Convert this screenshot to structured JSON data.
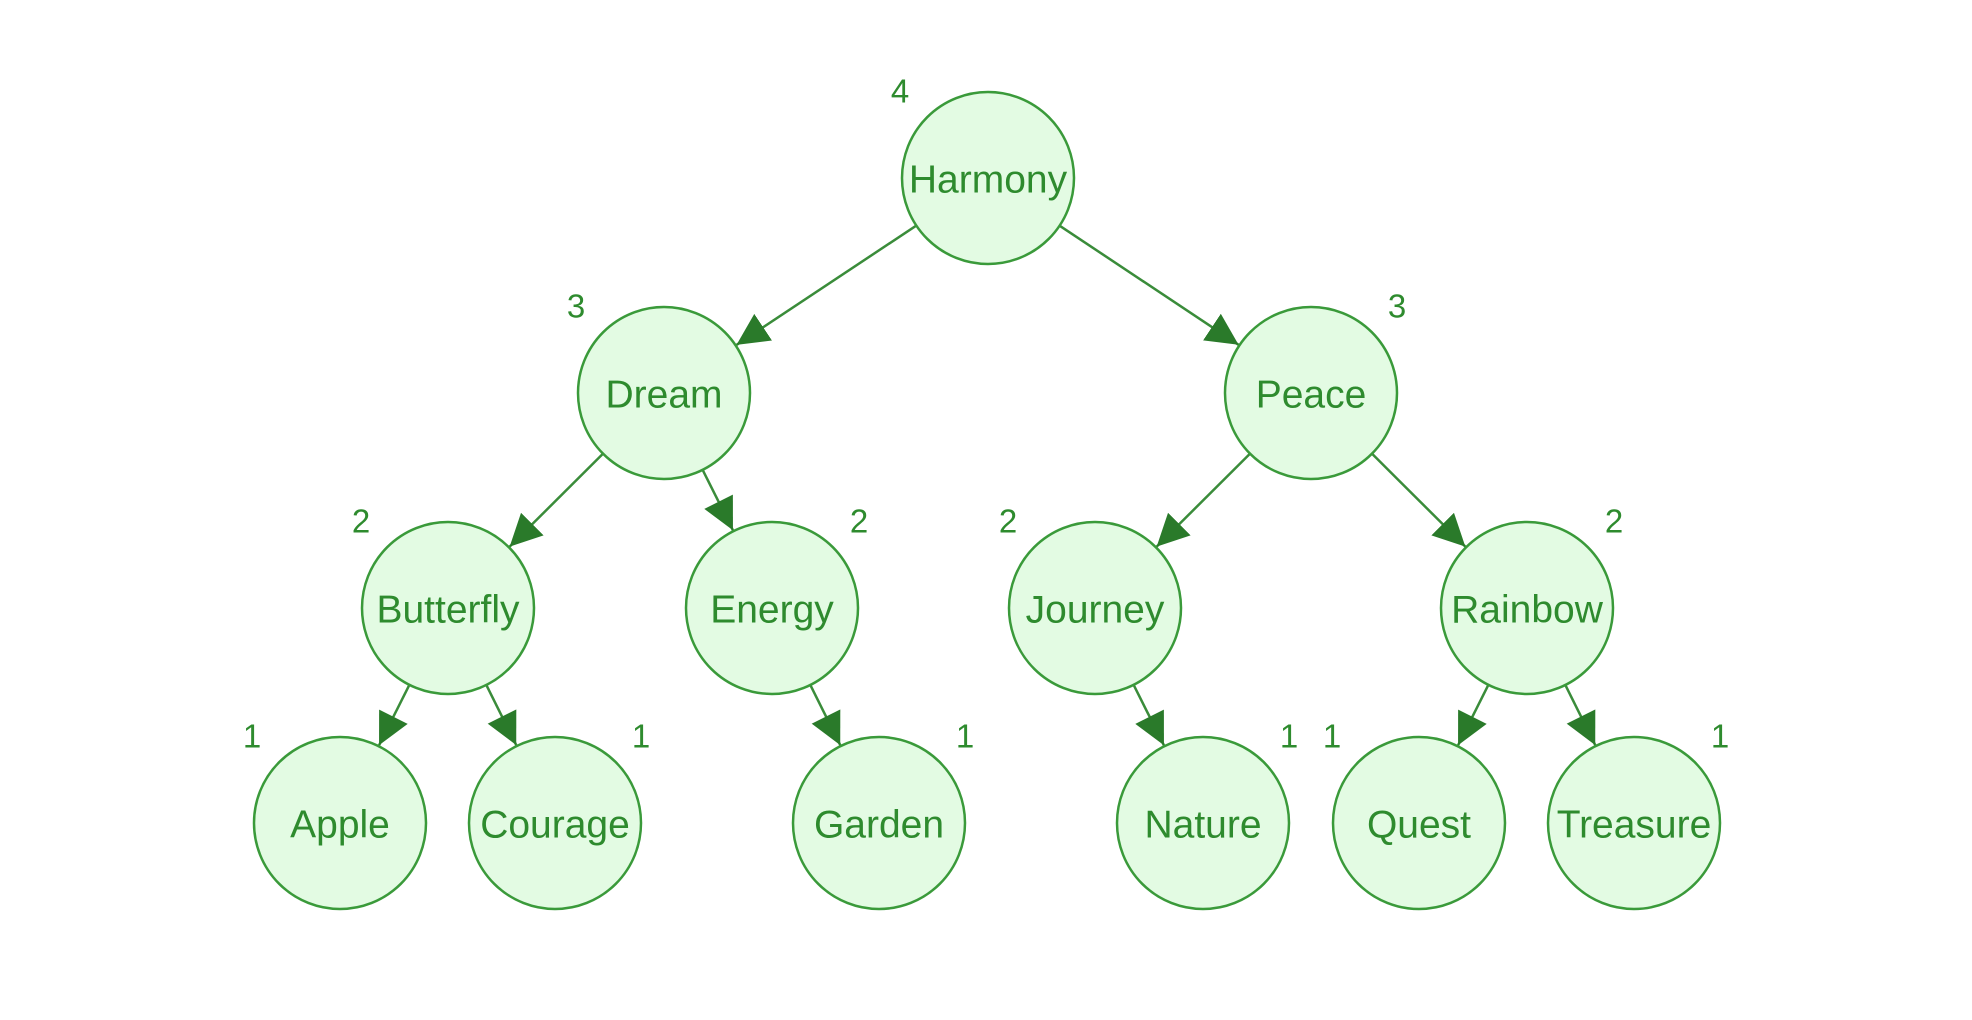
{
  "colors": {
    "node_fill": "#e3fbe3",
    "node_stroke": "#3a9a3a",
    "text": "#2e8b2e",
    "edge": "#3a8c3a",
    "arrowhead": "#2a7a2a"
  },
  "tree": {
    "nodes": [
      {
        "id": "harmony",
        "label": "Harmony",
        "height": "4"
      },
      {
        "id": "dream",
        "label": "Dream",
        "height": "3"
      },
      {
        "id": "peace",
        "label": "Peace",
        "height": "3"
      },
      {
        "id": "butterfly",
        "label": "Butterfly",
        "height": "2"
      },
      {
        "id": "energy",
        "label": "Energy",
        "height": "2"
      },
      {
        "id": "journey",
        "label": "Journey",
        "height": "2"
      },
      {
        "id": "rainbow",
        "label": "Rainbow",
        "height": "2"
      },
      {
        "id": "apple",
        "label": "Apple",
        "height": "1"
      },
      {
        "id": "courage",
        "label": "Courage",
        "height": "1"
      },
      {
        "id": "garden",
        "label": "Garden",
        "height": "1"
      },
      {
        "id": "nature",
        "label": "Nature",
        "height": "1"
      },
      {
        "id": "quest",
        "label": "Quest",
        "height": "1"
      },
      {
        "id": "treasure",
        "label": "Treasure",
        "height": "1"
      }
    ],
    "edges": [
      {
        "from": "harmony",
        "to": "dream"
      },
      {
        "from": "harmony",
        "to": "peace"
      },
      {
        "from": "dream",
        "to": "butterfly"
      },
      {
        "from": "dream",
        "to": "energy"
      },
      {
        "from": "peace",
        "to": "journey"
      },
      {
        "from": "peace",
        "to": "rainbow"
      },
      {
        "from": "butterfly",
        "to": "apple"
      },
      {
        "from": "butterfly",
        "to": "courage"
      },
      {
        "from": "energy",
        "to": "garden"
      },
      {
        "from": "journey",
        "to": "nature"
      },
      {
        "from": "rainbow",
        "to": "quest"
      },
      {
        "from": "rainbow",
        "to": "treasure"
      }
    ]
  }
}
